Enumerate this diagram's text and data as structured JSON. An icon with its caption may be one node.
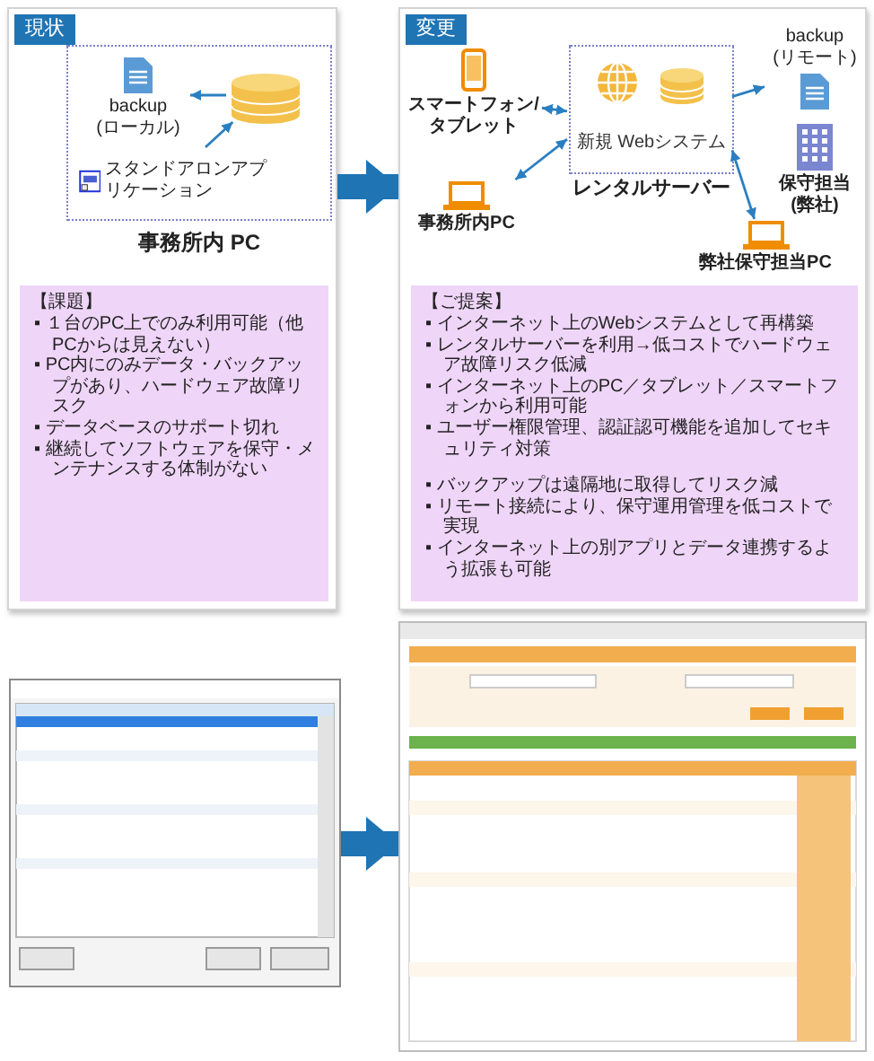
{
  "diagram": {
    "nodes": [
      {
        "text": [
          "現状"
        ]
      },
      {
        "text": [
          "事務所内 PC"
        ],
        "in": 0
      },
      {
        "text": [
          "backup (ローカル)"
        ],
        "in": 1
      },
      {
        "text": [],
        "shape": "cylinder",
        "in": 1
      },
      {
        "text": [
          "スタンドアロンアプリケーション"
        ],
        "in": 1
      },
      {
        "text": [
          "【課題】",
          "▪ １台のPC上でのみ利用可能（他PCからは見えない）",
          "▪ PC内にのみデータ・バックアップがあり、ハードウェア故障リスク",
          "▪ データベースのサポート切れ",
          "▪ 継続してソフトウェアを保守・メンテナンスする体制がない"
        ],
        "in": 0
      },
      {
        "text": [
          "変更"
        ]
      },
      {
        "text": [
          "スマートフォン/タブレット"
        ],
        "in": 6
      },
      {
        "text": [
          "新規 Webシステム",
          "レンタルサーバー"
        ],
        "in": 6
      },
      {
        "text": [
          "backup (リモート)"
        ],
        "in": 6
      },
      {
        "text": [
          "保守担当 (弊社)"
        ],
        "in": 6
      },
      {
        "text": [
          "事務所内PC"
        ],
        "in": 6
      },
      {
        "text": [
          "弊社保守担当PC"
        ],
        "in": 6
      },
      {
        "text": [
          "【ご提案】",
          "▪ インターネット上のWebシステムとして再構築",
          "▪ レンタルサーバーを利用→低コストでハードウェア故障リスク低減",
          "▪ インターネット上のPC／タブレット／スマートフォンから利用可能",
          "▪ ユーザー権限管理、認証認可機能を追加してセキュリティ対策",
          "▪ バックアップは遠隔地に取得してリスク減",
          "▪ リモート接続により、保守運用管理を低コストで実現",
          "▪ インターネット上の別アプリとデータ連携するよう拡張も可能"
        ],
        "in": 6
      },
      {
        "text": [],
        "shape": "picture"
      },
      {
        "text": [],
        "shape": "picture"
      }
    ],
    "edges": [
      {
        "from": 0,
        "to": 6,
        "arrow": "to",
        "style": "thick"
      },
      {
        "from": 3,
        "to": 2,
        "arrow": "to"
      },
      {
        "from": 4,
        "to": 3,
        "arrow": "to"
      },
      {
        "from": 7,
        "to": 8,
        "arrow": "both"
      },
      {
        "from": 8,
        "to": 9,
        "arrow": "to"
      },
      {
        "from": 11,
        "to": 8,
        "arrow": "both"
      },
      {
        "from": 12,
        "to": 8,
        "arrow": "both"
      },
      {
        "from": 14,
        "to": 15,
        "arrow": "to",
        "style": "thick"
      }
    ]
  }
}
